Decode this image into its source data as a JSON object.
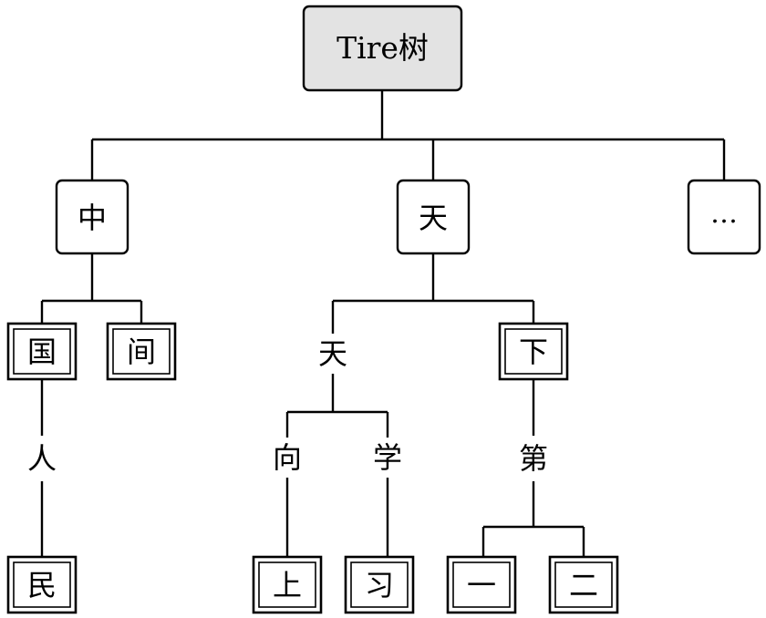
{
  "tree": {
    "root": {
      "label": "Tire树"
    },
    "level1": [
      {
        "id": "zhong",
        "label": "中"
      },
      {
        "id": "tian1",
        "label": "天"
      },
      {
        "id": "more",
        "label": "…"
      }
    ],
    "level2": [
      {
        "id": "guo",
        "label": "国",
        "end_of_word": true
      },
      {
        "id": "jian",
        "label": "间",
        "end_of_word": true
      },
      {
        "id": "tian2",
        "label": "天",
        "end_of_word": false
      },
      {
        "id": "xia",
        "label": "下",
        "end_of_word": true
      }
    ],
    "level3": [
      {
        "id": "ren",
        "label": "人",
        "end_of_word": false
      },
      {
        "id": "xiang",
        "label": "向",
        "end_of_word": false
      },
      {
        "id": "xue",
        "label": "学",
        "end_of_word": false
      },
      {
        "id": "di",
        "label": "第",
        "end_of_word": false
      }
    ],
    "level4": [
      {
        "id": "min",
        "label": "民",
        "end_of_word": true
      },
      {
        "id": "shang",
        "label": "上",
        "end_of_word": true
      },
      {
        "id": "xi",
        "label": "习",
        "end_of_word": true
      },
      {
        "id": "yi",
        "label": "一",
        "end_of_word": true
      },
      {
        "id": "er",
        "label": "二",
        "end_of_word": true
      }
    ]
  },
  "colors": {
    "root_fill": "#e3e3e3",
    "node_fill": "#ffffff",
    "stroke": "#000000"
  }
}
